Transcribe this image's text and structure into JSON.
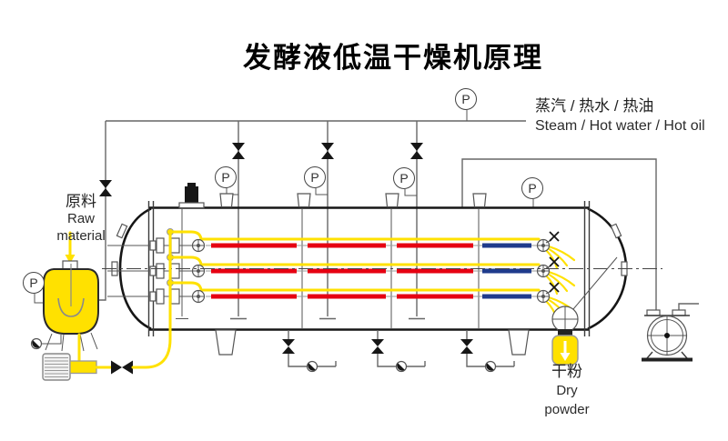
{
  "title": "发酵液低温干燥机原理",
  "labels": {
    "heating_medium_zh": "蒸汽 / 热水 / 热油",
    "heating_medium_en": "Steam / Hot water / Hot oil",
    "raw_material_zh": "原料",
    "raw_material_en_1": "Raw",
    "raw_material_en_2": "material",
    "dry_powder_zh": "干粉",
    "dry_powder_en_1": "Dry",
    "dry_powder_en_2": "powder"
  },
  "gauge": {
    "label": "P"
  },
  "colors": {
    "pipe_yellow": "#ffe100",
    "tube_red": "#e60012",
    "tube_blue": "#1f3b8c",
    "line_dark": "#161616",
    "line_gray": "#666666",
    "background": "#ffffff"
  }
}
